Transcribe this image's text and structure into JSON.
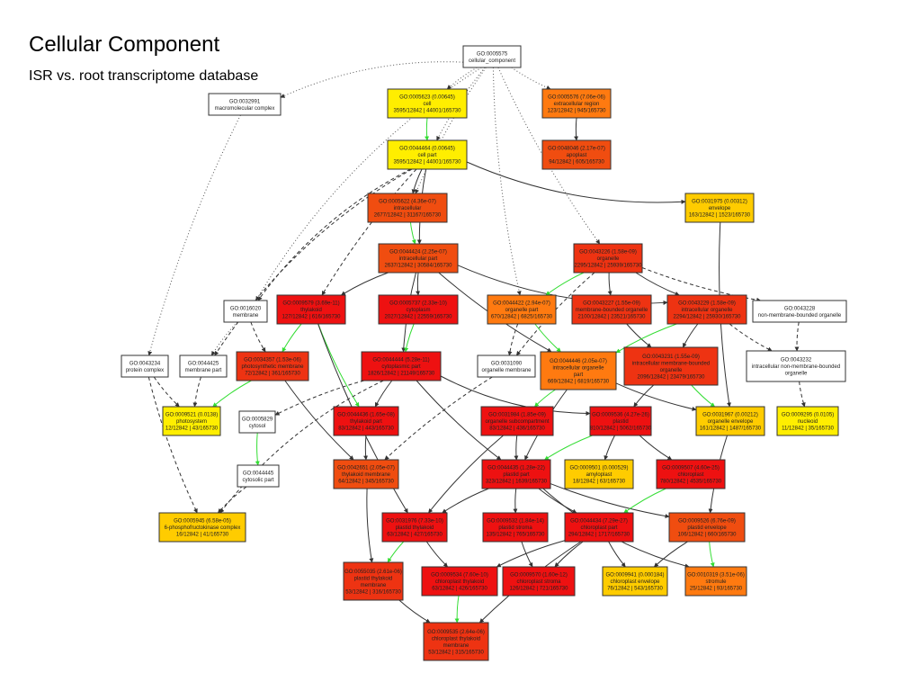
{
  "header": {
    "title": "Cellular Component",
    "subtitle": "ISR vs. root transcriptome database"
  },
  "colors": {
    "white": "#ffffff",
    "yellow": "#ffee00",
    "gold": "#ffcc00",
    "orange": "#ff7a10",
    "dark_orange": "#f04d10",
    "red_orange": "#ee3312",
    "red": "#ee1111",
    "green_edge": "#33dd33"
  },
  "nodes": [
    {
      "id": "n0005575",
      "lines": [
        "GO:0005575",
        "cellular_component"
      ],
      "color": "white"
    },
    {
      "id": "n0032991",
      "lines": [
        "GO:0032991",
        "macromolecular complex"
      ],
      "color": "white"
    },
    {
      "id": "n0005623",
      "lines": [
        "GO:0005623 (0.00645)",
        "cell",
        "3595/12842 | 44001/165730"
      ],
      "color": "yellow"
    },
    {
      "id": "n0005576",
      "lines": [
        "GO:0005576 (7.06e-06)",
        "extracellular region",
        "123/12842 | 945/165730"
      ],
      "color": "orange"
    },
    {
      "id": "n0048046",
      "lines": [
        "GO:0048046 (2.17e-07)",
        "apoplast",
        "94/12842 | 605/165730"
      ],
      "color": "dark_orange"
    },
    {
      "id": "n0044464",
      "lines": [
        "GO:0044464 (0.00645)",
        "cell part",
        "3595/12842 | 44001/165730"
      ],
      "color": "yellow"
    },
    {
      "id": "n0005622",
      "lines": [
        "GO:0005622 (4.36e-07)",
        "intracellular",
        "2677/12842 | 31167/165730"
      ],
      "color": "dark_orange"
    },
    {
      "id": "n0031975",
      "lines": [
        "GO:0031975 (0.00312)",
        "envelope",
        "163/12842 | 1523/165730"
      ],
      "color": "gold"
    },
    {
      "id": "n0044424",
      "lines": [
        "GO:0044424 (2.25e-07)",
        "intracellular part",
        "2637/12842 | 30584/165730"
      ],
      "color": "dark_orange"
    },
    {
      "id": "n0043226",
      "lines": [
        "GO:0043226 (1.58e-09)",
        "organelle",
        "2295/12842 | 25939/165730"
      ],
      "color": "red_orange"
    },
    {
      "id": "n0016020",
      "lines": [
        "GO:0016020",
        "membrane"
      ],
      "color": "white"
    },
    {
      "id": "n0009579",
      "lines": [
        "GO:0009579 (3.69e-11)",
        "thylakoid",
        "127/12842 | 616/165730"
      ],
      "color": "red"
    },
    {
      "id": "n0005737",
      "lines": [
        "GO:0005737 (2.33e-10)",
        "cytoplasm",
        "2027/12842 | 22559/165730"
      ],
      "color": "red"
    },
    {
      "id": "n0044422",
      "lines": [
        "GO:0044422 (2.94e-07)",
        "organelle part",
        "670/12842 | 6825/165730"
      ],
      "color": "orange"
    },
    {
      "id": "n0043227",
      "lines": [
        "GO:0043227 (1.55e-09)",
        "membrane-bounded organelle",
        "2100/12842 | 23521/165730"
      ],
      "color": "red_orange"
    },
    {
      "id": "n0043229",
      "lines": [
        "GO:0043229 (1.58e-09)",
        "intracellular organelle",
        "2294/12842 | 25930/165730"
      ],
      "color": "red_orange"
    },
    {
      "id": "n0043228",
      "lines": [
        "GO:0043228",
        "non-membrane-bounded organelle"
      ],
      "color": "white"
    },
    {
      "id": "n0043234",
      "lines": [
        "GO:0043234",
        "protein complex"
      ],
      "color": "white"
    },
    {
      "id": "n0044425",
      "lines": [
        "GO:0044425",
        "membrane part"
      ],
      "color": "white"
    },
    {
      "id": "n0034357",
      "lines": [
        "GO:0034357 (1.53e-06)",
        "photosynthetic membrane",
        "72/12842 | 361/165730"
      ],
      "color": "red_orange"
    },
    {
      "id": "n0044444",
      "lines": [
        "GO:0044444 (5.28e-11)",
        "cytoplasmic part",
        "1826/12842 | 21149/165730"
      ],
      "color": "red"
    },
    {
      "id": "n0031090",
      "lines": [
        "GO:0031090",
        "organelle membrane"
      ],
      "color": "white"
    },
    {
      "id": "n0044446",
      "lines": [
        "GO:0044446 (2.05e-07)",
        "intracellular organelle",
        "part",
        "669/12842 | 6819/165730"
      ],
      "color": "orange"
    },
    {
      "id": "n0043231",
      "lines": [
        "GO:0043231 (1.55e-09)",
        "intracellular membrane-bounded",
        "organelle",
        "2096/12842 | 23479/165730"
      ],
      "color": "red_orange"
    },
    {
      "id": "n0043232",
      "lines": [
        "GO:0043232",
        "intracellular non-membrane-bounded",
        "organelle"
      ],
      "color": "white"
    },
    {
      "id": "n0009521",
      "lines": [
        "GO:0009521 (0.0138)",
        "photosystem",
        "12/12842 | 43/165730"
      ],
      "color": "yellow"
    },
    {
      "id": "n0005829",
      "lines": [
        "GO:0005829",
        "cytosol"
      ],
      "color": "white"
    },
    {
      "id": "n0044436",
      "lines": [
        "GO:0044436 (1.65e-08)",
        "thylakoid part",
        "83/12842 | 443/165730"
      ],
      "color": "red"
    },
    {
      "id": "n0031984",
      "lines": [
        "GO:0031984 (1.85e-09)",
        "organelle subcompartment",
        "83/12842 | 436/165730"
      ],
      "color": "red"
    },
    {
      "id": "n0009536",
      "lines": [
        "GO:0009536 (4.27e-26)",
        "plastid",
        "810/12842 | 5062/165730"
      ],
      "color": "red"
    },
    {
      "id": "n0031967",
      "lines": [
        "GO:0031967 (0.00212)",
        "organelle envelope",
        "161/12842 | 1487/165730"
      ],
      "color": "gold"
    },
    {
      "id": "n0009295",
      "lines": [
        "GO:0009295 (0.0105)",
        "nucleoid",
        "11/12842 | 35/165730"
      ],
      "color": "yellow"
    },
    {
      "id": "n0044445",
      "lines": [
        "GO:0044445",
        "cytosolic part"
      ],
      "color": "white"
    },
    {
      "id": "n0042651",
      "lines": [
        "GO:0042651 (2.05e-07)",
        "thylakoid membrane",
        "64/12842 | 345/165730"
      ],
      "color": "dark_orange"
    },
    {
      "id": "n0044435",
      "lines": [
        "GO:0044435 (1.28e-22)",
        "plastid part",
        "323/12842 | 1639/165730"
      ],
      "color": "red"
    },
    {
      "id": "n0009501",
      "lines": [
        "GO:0009501 (0.000529)",
        "amyloplast",
        "18/12842 | 63/165730"
      ],
      "color": "gold"
    },
    {
      "id": "n0009507",
      "lines": [
        "GO:0009507 (4.60e-25)",
        "chloroplast",
        "780/12842 | 4535/165730"
      ],
      "color": "red"
    },
    {
      "id": "n0005945",
      "lines": [
        "GO:0005945 (6.58e-05)",
        "6-phosphofructokinase complex",
        "16/12842 | 41/165730"
      ],
      "color": "gold"
    },
    {
      "id": "n0031976",
      "lines": [
        "GO:0031976 (7.33e-10)",
        "plastid thylakoid",
        "63/12842 | 427/165730"
      ],
      "color": "red"
    },
    {
      "id": "n0009532",
      "lines": [
        "GO:0009532 (1.84e-14)",
        "plastid stroma",
        "135/12842 | 765/165730"
      ],
      "color": "red"
    },
    {
      "id": "n0044434",
      "lines": [
        "GO:0044434 (7.29e-27)",
        "chloroplast part",
        "294/12842 | 1717/165730"
      ],
      "color": "red"
    },
    {
      "id": "n0009526",
      "lines": [
        "GO:0009526 (6.76e-09)",
        "plastid envelope",
        "106/12842 | 660/165730"
      ],
      "color": "dark_orange"
    },
    {
      "id": "n0055035",
      "lines": [
        "GO:0055035 (2.61e-06)",
        "plastid thylakoid",
        "membrane",
        "53/12842 | 316/165730"
      ],
      "color": "red_orange"
    },
    {
      "id": "n0009534",
      "lines": [
        "GO:0009534 (7.60e-10)",
        "chloroplast thylakoid",
        "63/12842 | 426/165730"
      ],
      "color": "red"
    },
    {
      "id": "n0009570",
      "lines": [
        "GO:0009570 (1.60e-12)",
        "chloroplast stroma",
        "126/12842 | 721/165730"
      ],
      "color": "red"
    },
    {
      "id": "n0009941",
      "lines": [
        "GO:0009941 (0.000184)",
        "chloroplast envelope",
        "76/12842 | 543/165730"
      ],
      "color": "gold"
    },
    {
      "id": "n0010319",
      "lines": [
        "GO:0010319 (3.51e-06)",
        "stromule",
        "25/12842 | 93/165730"
      ],
      "color": "orange"
    },
    {
      "id": "n0009535",
      "lines": [
        "GO:0009535 (2.64e-06)",
        "chloroplast thylakoid",
        "membrane",
        "53/12842 | 315/165730"
      ],
      "color": "red_orange"
    }
  ],
  "edges": [
    {
      "from": "n0005575",
      "to": "n0032991",
      "style": "dotted"
    },
    {
      "from": "n0005575",
      "to": "n0005623",
      "style": "dotted"
    },
    {
      "from": "n0005575",
      "to": "n0005576",
      "style": "dotted"
    },
    {
      "from": "n0005575",
      "to": "n0044464",
      "style": "dotted"
    },
    {
      "from": "n0005575",
      "to": "n0005622",
      "style": "dotted"
    },
    {
      "from": "n0005575",
      "to": "n0043226",
      "style": "dotted"
    },
    {
      "from": "n0005575",
      "to": "n0044422",
      "style": "dotted"
    },
    {
      "from": "n0005575",
      "to": "n0016020",
      "style": "dotted"
    },
    {
      "from": "n0005623",
      "to": "n0044464",
      "style": "green"
    },
    {
      "from": "n0005576",
      "to": "n0048046",
      "style": "solid"
    },
    {
      "from": "n0044464",
      "to": "n0005622",
      "style": "solid"
    },
    {
      "from": "n0044464",
      "to": "n0031975",
      "style": "solid"
    },
    {
      "from": "n0044464",
      "to": "n0044424",
      "style": "solid"
    },
    {
      "from": "n0044464",
      "to": "n0016020",
      "style": "dashed"
    },
    {
      "from": "n0044464",
      "to": "n0044425",
      "style": "dashed"
    },
    {
      "from": "n0044464",
      "to": "n0009579",
      "style": "dashed"
    },
    {
      "from": "n0032991",
      "to": "n0043234",
      "style": "dotted"
    },
    {
      "from": "n0005622",
      "to": "n0044424",
      "style": "green"
    },
    {
      "from": "n0044424",
      "to": "n0009579",
      "style": "solid"
    },
    {
      "from": "n0044424",
      "to": "n0005737",
      "style": "solid"
    },
    {
      "from": "n0044424",
      "to": "n0043229",
      "style": "solid"
    },
    {
      "from": "n0044424",
      "to": "n0044444",
      "style": "solid"
    },
    {
      "from": "n0044424",
      "to": "n0044446",
      "style": "solid"
    },
    {
      "from": "n0043226",
      "to": "n0044422",
      "style": "green"
    },
    {
      "from": "n0043226",
      "to": "n0043227",
      "style": "solid"
    },
    {
      "from": "n0043226",
      "to": "n0043229",
      "style": "solid"
    },
    {
      "from": "n0043226",
      "to": "n0043228",
      "style": "dashed"
    },
    {
      "from": "n0043226",
      "to": "n0031090",
      "style": "dashed"
    },
    {
      "from": "n0031975",
      "to": "n0031967",
      "style": "solid"
    },
    {
      "from": "n0016020",
      "to": "n0044425",
      "style": "dotted"
    },
    {
      "from": "n0016020",
      "to": "n0034357",
      "style": "dashed"
    },
    {
      "from": "n0009579",
      "to": "n0034357",
      "style": "green"
    },
    {
      "from": "n0009579",
      "to": "n0044436",
      "style": "green"
    },
    {
      "from": "n0009579",
      "to": "n0031976",
      "style": "solid"
    },
    {
      "from": "n0005737",
      "to": "n0044444",
      "style": "green"
    },
    {
      "from": "n0044422",
      "to": "n0044446",
      "style": "green"
    },
    {
      "from": "n0044422",
      "to": "n0031090",
      "style": "dashed"
    },
    {
      "from": "n0043227",
      "to": "n0043231",
      "style": "solid"
    },
    {
      "from": "n0043229",
      "to": "n0043231",
      "style": "solid"
    },
    {
      "from": "n0043229",
      "to": "n0044446",
      "style": "green"
    },
    {
      "from": "n0043229",
      "to": "n0043232",
      "style": "dashed"
    },
    {
      "from": "n0043228",
      "to": "n0043232",
      "style": "dashed"
    },
    {
      "from": "n0043234",
      "to": "n0009521",
      "style": "dashed"
    },
    {
      "from": "n0043234",
      "to": "n0005945",
      "style": "dashed"
    },
    {
      "from": "n0044425",
      "to": "n0009521",
      "style": "dashed"
    },
    {
      "from": "n0034357",
      "to": "n0009521",
      "style": "green"
    },
    {
      "from": "n0034357",
      "to": "n0042651",
      "style": "solid"
    },
    {
      "from": "n0044444",
      "to": "n0005829",
      "style": "dashed"
    },
    {
      "from": "n0044444",
      "to": "n0044436",
      "style": "solid"
    },
    {
      "from": "n0044444",
      "to": "n0044435",
      "style": "solid"
    },
    {
      "from": "n0044444",
      "to": "n0009536",
      "style": "solid"
    },
    {
      "from": "n0044444",
      "to": "n0005945",
      "style": "dashed"
    },
    {
      "from": "n0031090",
      "to": "n0042651",
      "style": "dashed"
    },
    {
      "from": "n0044446",
      "to": "n0031984",
      "style": "green"
    },
    {
      "from": "n0044446",
      "to": "n0031967",
      "style": "solid"
    },
    {
      "from": "n0044446",
      "to": "n0044435",
      "style": "solid"
    },
    {
      "from": "n0043231",
      "to": "n0009536",
      "style": "solid"
    },
    {
      "from": "n0043231",
      "to": "n0031967",
      "style": "green"
    },
    {
      "from": "n0043232",
      "to": "n0009295",
      "style": "dashed"
    },
    {
      "from": "n0005829",
      "to": "n0044445",
      "style": "green"
    },
    {
      "from": "n0044445",
      "to": "n0005945",
      "style": "dashed"
    },
    {
      "from": "n0044436",
      "to": "n0042651",
      "style": "solid"
    },
    {
      "from": "n0031984",
      "to": "n0044435",
      "style": "solid"
    },
    {
      "from": "n0031984",
      "to": "n0031976",
      "style": "solid"
    },
    {
      "from": "n0009536",
      "to": "n0044435",
      "style": "green"
    },
    {
      "from": "n0009536",
      "to": "n0009501",
      "style": "solid"
    },
    {
      "from": "n0009536",
      "to": "n0009507",
      "style": "solid"
    },
    {
      "from": "n0031967",
      "to": "n0009526",
      "style": "solid"
    },
    {
      "from": "n0044435",
      "to": "n0031976",
      "style": "solid"
    },
    {
      "from": "n0044435",
      "to": "n0009532",
      "style": "solid"
    },
    {
      "from": "n0044435",
      "to": "n0044434",
      "style": "solid"
    },
    {
      "from": "n0044435",
      "to": "n0009526",
      "style": "solid"
    },
    {
      "from": "n0044435",
      "to": "n0010319",
      "style": "solid"
    },
    {
      "from": "n0009507",
      "to": "n0044434",
      "style": "green"
    },
    {
      "from": "n0042651",
      "to": "n0055035",
      "style": "solid"
    },
    {
      "from": "n0031976",
      "to": "n0055035",
      "style": "green"
    },
    {
      "from": "n0031976",
      "to": "n0009534",
      "style": "solid"
    },
    {
      "from": "n0009532",
      "to": "n0009570",
      "style": "solid"
    },
    {
      "from": "n0044434",
      "to": "n0009534",
      "style": "solid"
    },
    {
      "from": "n0044434",
      "to": "n0009570",
      "style": "solid"
    },
    {
      "from": "n0044434",
      "to": "n0009941",
      "style": "solid"
    },
    {
      "from": "n0044434",
      "to": "n0009535",
      "style": "solid"
    },
    {
      "from": "n0009526",
      "to": "n0009941",
      "style": "solid"
    },
    {
      "from": "n0009526",
      "to": "n0010319",
      "style": "green"
    },
    {
      "from": "n0055035",
      "to": "n0009535",
      "style": "solid"
    },
    {
      "from": "n0009534",
      "to": "n0009535",
      "style": "green"
    }
  ]
}
